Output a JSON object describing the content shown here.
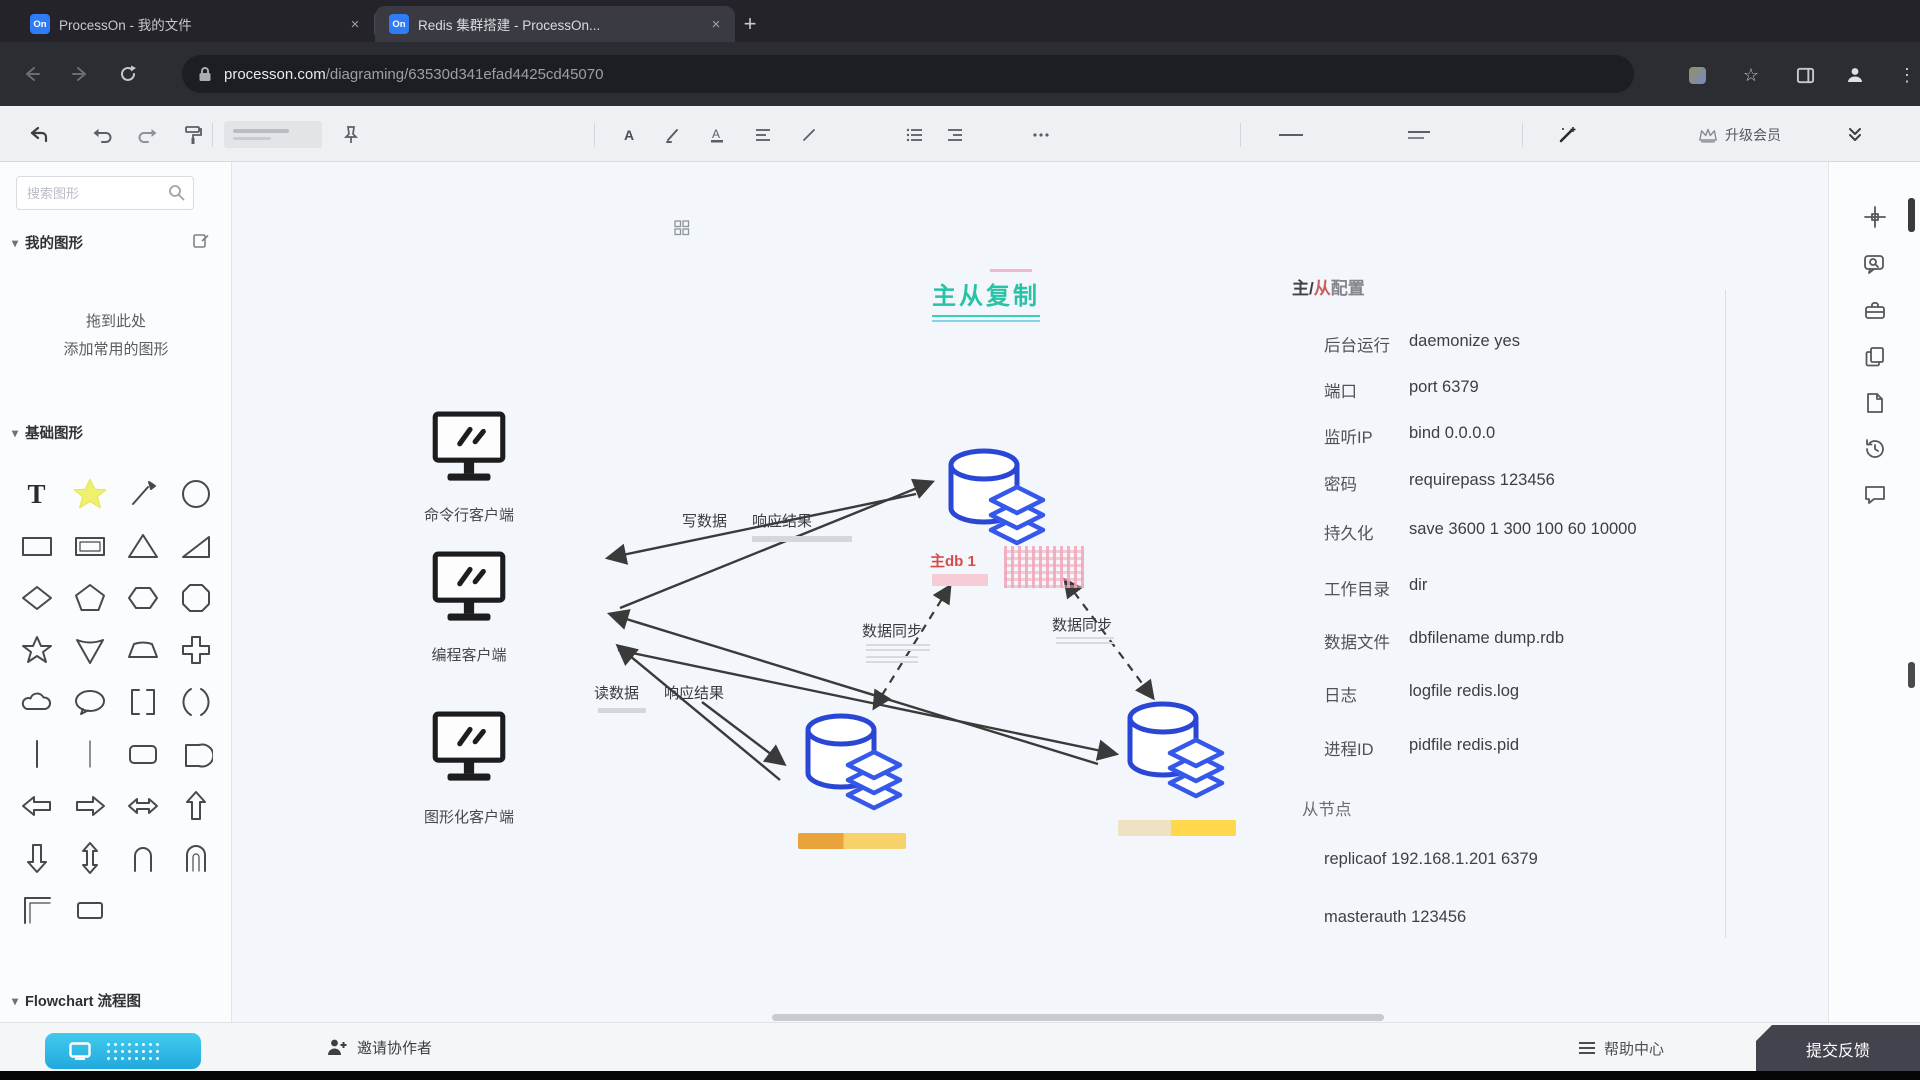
{
  "icons": {
    "close_tab": "×",
    "new_tab": "+",
    "menu_kebab": "⋮",
    "bookmark_star": "☆",
    "section_caret": "▾"
  },
  "browser": {
    "tabs": [
      {
        "favicon_text": "On",
        "title": "ProcessOn - 我的文件"
      },
      {
        "favicon_text": "On",
        "title": "Redis 集群搭建 - ProcessOn..."
      }
    ],
    "url_domain": "processon.com",
    "url_path": "/diagraming/63530d341efad4425cd45070"
  },
  "toolbar": {
    "upgrade_label": "升级会员"
  },
  "sidebar": {
    "search_placeholder": "搜索图形",
    "my_shapes_title": "我的图形",
    "drop_hint_line1": "拖到此处",
    "drop_hint_line2": "添加常用的图形",
    "basic_shapes_title": "基础图形",
    "flowchart_title": "Flowchart 流程图"
  },
  "canvas": {
    "title": "主从复制",
    "clients": [
      {
        "label": "命令行客户端"
      },
      {
        "label": "编程客户端"
      },
      {
        "label": "图形化客户端"
      }
    ],
    "master_note": "主db 1",
    "arrows": {
      "write": "写数据",
      "write_response": "响应结果",
      "read": "读数据",
      "read_response": "响应结果",
      "sync_left": "数据同步",
      "sync_right": "数据同步"
    },
    "config": {
      "title_prefix": "主/",
      "title_red": "从",
      "title_rest": "配置",
      "rows": [
        {
          "label": "后台运行",
          "value": "daemonize yes"
        },
        {
          "label": "端口",
          "value": "port 6379"
        },
        {
          "label": "监听IP",
          "value": "bind 0.0.0.0"
        },
        {
          "label": "密码",
          "value": "requirepass 123456"
        },
        {
          "label": "持久化",
          "value": "save 3600 1 300 100 60 10000"
        },
        {
          "label": "工作目录",
          "value": "dir"
        },
        {
          "label": "数据文件",
          "value": "dbfilename dump.rdb"
        },
        {
          "label": "日志",
          "value": "logfile redis.log"
        },
        {
          "label": "进程ID",
          "value": "pidfile redis.pid"
        }
      ],
      "slave_title": "从节点",
      "slave_lines": [
        "replicaof 192.168.1.201 6379",
        "masterauth 123456"
      ]
    }
  },
  "bottom_bar": {
    "invite_label": "邀请协作者",
    "help_label": "帮助中心",
    "feedback_label": "提交反馈"
  }
}
